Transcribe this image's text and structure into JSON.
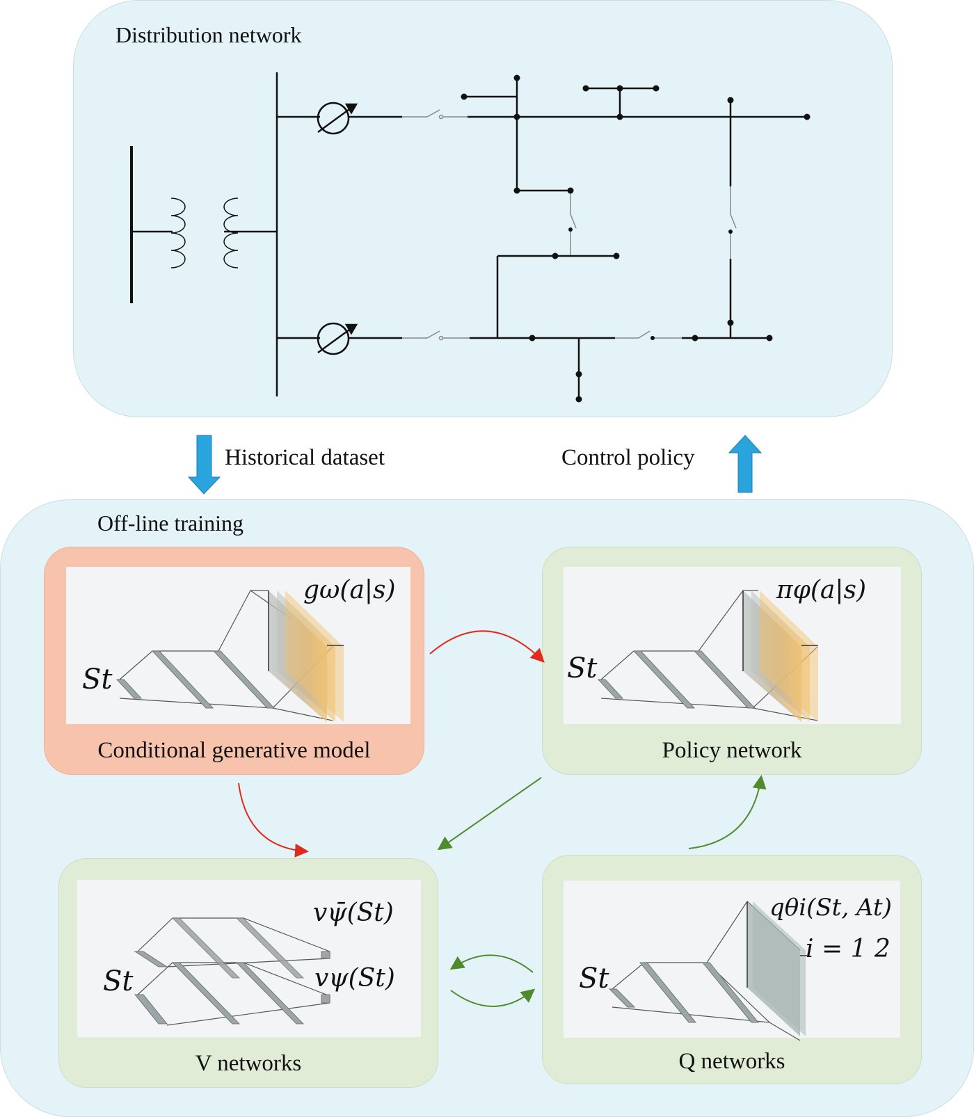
{
  "distribution": {
    "title": "Distribution network"
  },
  "arrows": {
    "down_label": "Historical dataset",
    "up_label": "Control policy",
    "color": "#2aa4dc"
  },
  "training": {
    "title": "Off-line training",
    "cards": {
      "cgm": {
        "label": "Conditional generative model",
        "output": "gω(a|s)",
        "input": "St"
      },
      "policy": {
        "label": "Policy network",
        "output": "πφ(a|s)",
        "input": "St"
      },
      "v": {
        "label": "V networks",
        "output_target": "vψ̄(St)",
        "output": "vψ(St)",
        "input": "St"
      },
      "q": {
        "label": "Q networks",
        "output": "qθi(St, At)",
        "index": "i = 1  2",
        "input": "St"
      }
    }
  },
  "colors": {
    "red_arrow": "#e02a1e",
    "green_arrow": "#4f8a2c",
    "cgm_fill": "#f7c3ad",
    "card_fill": "#e1ecd6",
    "panel_fill": "#e4f3f8"
  }
}
